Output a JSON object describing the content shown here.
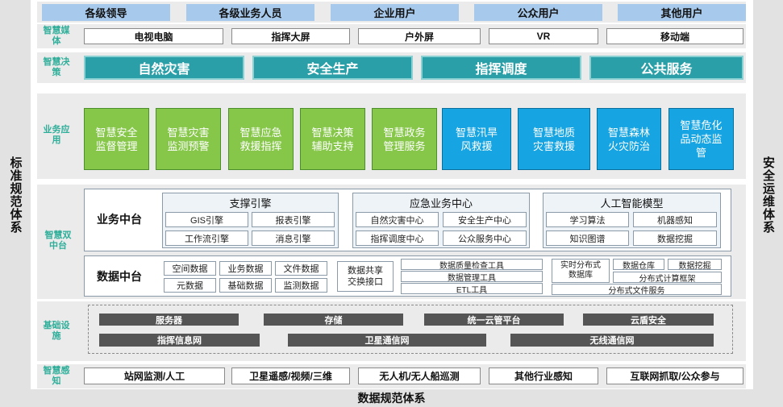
{
  "sides": {
    "left": "标准规范体系",
    "right": "安全运维体系",
    "bottom": "数据规范体系"
  },
  "users": [
    "各级领导",
    "各级业务人员",
    "企业用户",
    "公众用户",
    "其他用户"
  ],
  "media": {
    "label": "智慧媒体",
    "items": [
      "电视电脑",
      "指挥大屏",
      "户外屏",
      "VR",
      "移动端"
    ]
  },
  "decision": {
    "label": "智慧决策",
    "items": [
      "自然灾害",
      "安全生产",
      "指挥调度",
      "公共服务"
    ]
  },
  "apps": {
    "label": "业务应用",
    "green": [
      "智慧安全监督管理",
      "智慧灾害监测预警",
      "智慧应急救援指挥",
      "智慧决策辅助支持",
      "智慧政务管理服务"
    ],
    "blue": [
      "智慧汛旱风救援",
      "智慧地质灾害救援",
      "智慧森林火灾防治",
      "智慧危化品动态监管"
    ]
  },
  "dual": {
    "label": "智慧双中台",
    "business": {
      "title": "业务中台",
      "support": {
        "title": "支撑引擎",
        "items": [
          "GIS引擎",
          "报表引擎",
          "工作流引擎",
          "消息引擎"
        ]
      },
      "emergency": {
        "title": "应急业务中心",
        "items": [
          "自然灾害中心",
          "安全生产中心",
          "指挥调度中心",
          "公众服务中心"
        ]
      },
      "ai": {
        "title": "人工智能模型",
        "items": [
          "学习算法",
          "机器感知",
          "知识图谱",
          "数据挖掘"
        ]
      }
    },
    "data": {
      "title": "数据中台",
      "items": [
        "空间数据",
        "业务数据",
        "文件数据",
        "元数据",
        "基础数据",
        "监测数据"
      ],
      "share": "数据共享交换接口",
      "tools": [
        "数据质量检查工具",
        "数据管理工具",
        "ETL工具"
      ],
      "realtime": "实时分布式数据库",
      "warehouse": "数据仓库",
      "mining": "数据挖掘",
      "compute": "分布式计算框架",
      "fileservice": "分布式文件服务"
    }
  },
  "infra": {
    "label": "基础设施",
    "row1": [
      "服务器",
      "存储",
      "统一云管平台",
      "云盾安全"
    ],
    "row2": [
      "指挥信息网",
      "卫星通信网",
      "无线通信网"
    ]
  },
  "perception": {
    "label": "智慧感知",
    "items": [
      "站网监测/人工",
      "卫星遥感/视频/三维",
      "无人机/无人船巡测",
      "其他行业感知",
      "互联网抓取/公众参与"
    ]
  }
}
